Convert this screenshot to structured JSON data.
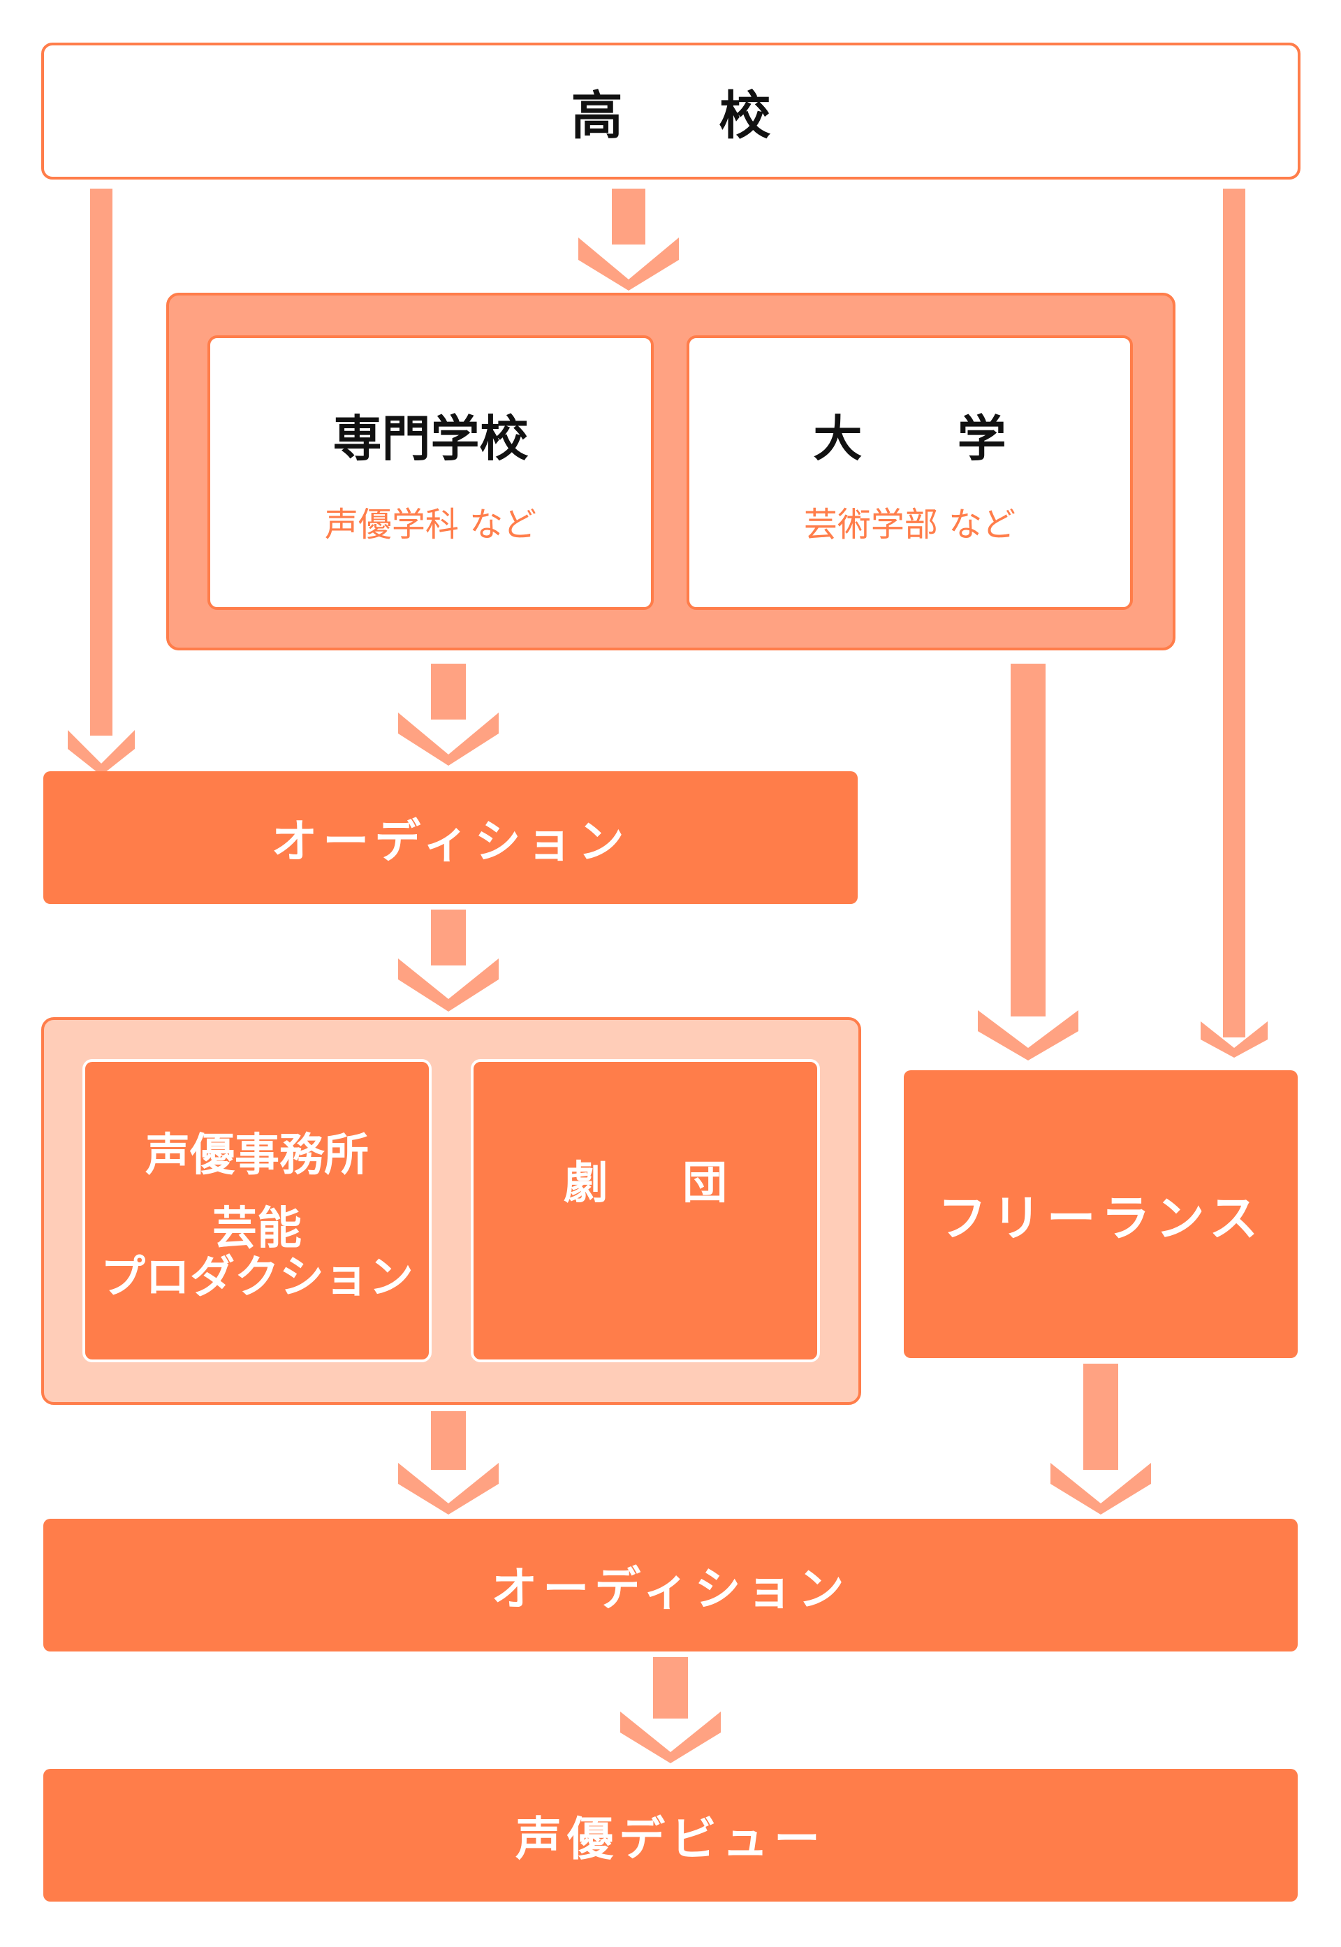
{
  "diagram": {
    "top_label": "高 校",
    "education": {
      "senmon_title": "専門学校",
      "senmon_sub": "声優学科 など",
      "daigaku_title": "大 学",
      "daigaku_sub": "芸術学部 など"
    },
    "audition_1": "オーディション",
    "agency": {
      "jimusho_title": "声優事務所",
      "jimusho_sub1": "芸能",
      "jimusho_sub2": "プロダクション",
      "gekidan_title": "劇 団"
    },
    "freelance": "フリーランス",
    "audition_2": "オーディション",
    "debut": "声優デビュー"
  },
  "colors": {
    "accent": "#ff7d4a",
    "arrow": "#ffa282",
    "light_fill": "#ffcdb8"
  }
}
